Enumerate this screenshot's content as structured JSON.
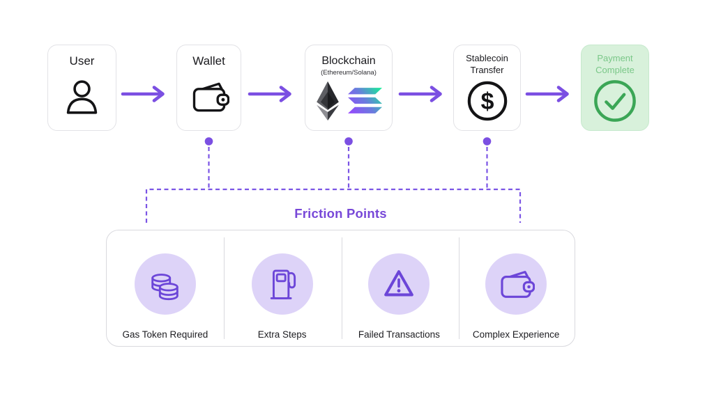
{
  "flow": {
    "nodes": [
      {
        "label": "User",
        "icon": "user-icon"
      },
      {
        "label": "Wallet",
        "icon": "wallet-icon"
      },
      {
        "label": "Blockchain",
        "sublabel": "(Ethereum/Solana)",
        "icons": [
          "ethereum-logo",
          "solana-logo"
        ]
      },
      {
        "label": "Stablecoin Transfer",
        "icon": "dollar-circle-icon"
      },
      {
        "label": "Payment Complete",
        "icon": "check-circle-icon",
        "state": "success"
      }
    ]
  },
  "friction": {
    "title": "Friction Points",
    "items": [
      {
        "label": "Gas Token Required",
        "icon": "coins-icon"
      },
      {
        "label": "Extra Steps",
        "icon": "gas-pump-icon"
      },
      {
        "label": "Failed Transactions",
        "icon": "warning-triangle-icon"
      },
      {
        "label": "Complex Experience",
        "icon": "wallet-icon"
      }
    ]
  },
  "colors": {
    "accent_purple": "#7B4FE2",
    "dashed_purple": "#7B55E5",
    "friction_title_purple": "#7848D8",
    "icon_purple": "#6C46D8",
    "icon_circle_bg": "#DDD3F8",
    "success_green": "#3BA656",
    "success_bg": "#D8F1DB",
    "success_text": "#7AC788",
    "ink": "#141416"
  }
}
